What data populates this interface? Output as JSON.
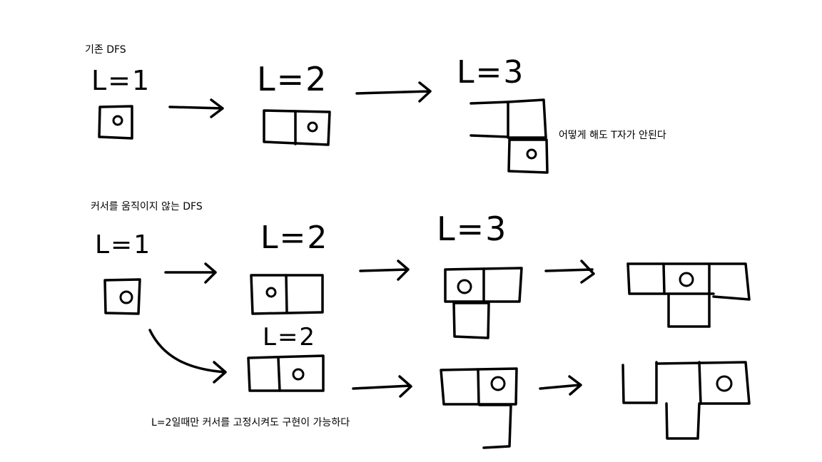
{
  "top_section": {
    "title": "기존 DFS",
    "labels": {
      "l1": "L=1",
      "l2": "L=2",
      "l3": "L=3"
    },
    "note": "어떻게 해도 T자가 안된다"
  },
  "bottom_section": {
    "title": "커서를 움직이지 않는 DFS",
    "labels": {
      "l1": "L=1",
      "l2_top": "L=2",
      "l3": "L=3",
      "l2_branch": "L=2"
    },
    "note": "L=2일때만 커서를 고정시켜도 구현이 가능하다"
  },
  "colors": {
    "ink": "#000000",
    "background": "#ffffff"
  }
}
